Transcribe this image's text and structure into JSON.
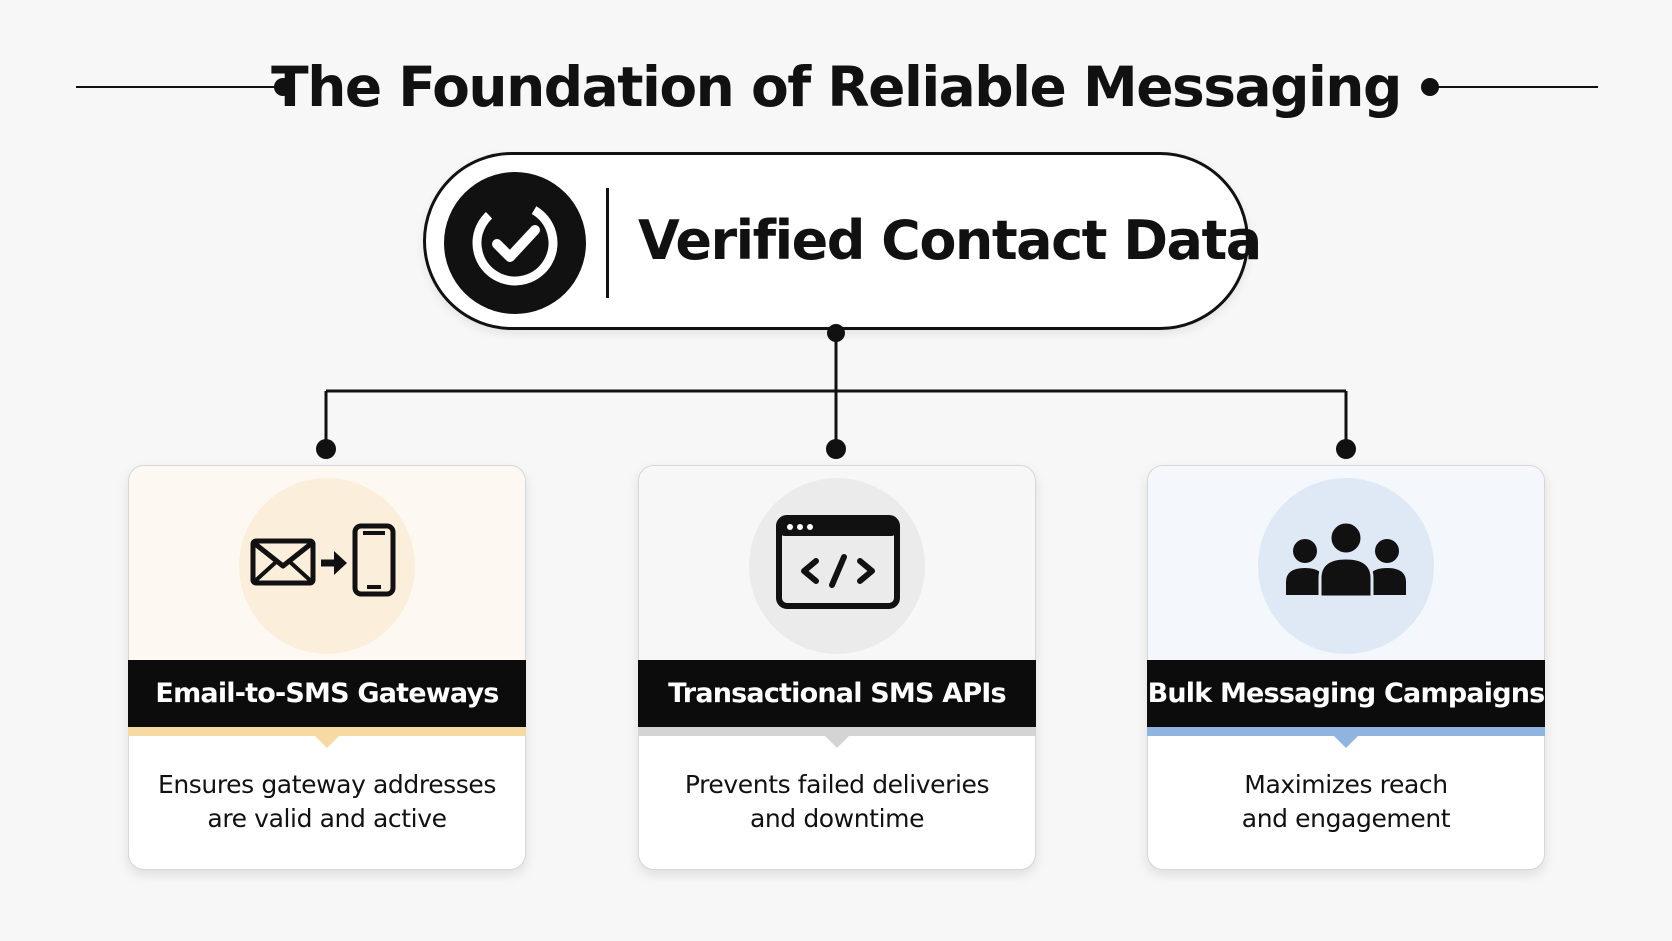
{
  "title": "The Foundation of Reliable Messaging",
  "hub": {
    "label": "Verified Contact Data",
    "icon": "check-circle-icon"
  },
  "cards": [
    {
      "title": "Email-to-SMS Gateways",
      "description": "Ensures gateway addresses\nare valid and active",
      "icon": "email-to-phone-icon",
      "accent_color": "#f6d9a3",
      "circle_color": "#fbefdc",
      "top_color": "#fdf9f2"
    },
    {
      "title": "Transactional SMS APIs",
      "description": "Prevents failed deliveries\nand downtime",
      "icon": "code-window-icon",
      "accent_color": "#d4d4d4",
      "circle_color": "#ebebeb",
      "top_color": "#f7f7f7"
    },
    {
      "title": "Bulk Messaging Campaigns",
      "description": "Maximizes reach\nand engagement",
      "icon": "group-icon",
      "accent_color": "#8fb4e0",
      "circle_color": "#dfe9f6",
      "top_color": "#f4f7fb"
    }
  ]
}
